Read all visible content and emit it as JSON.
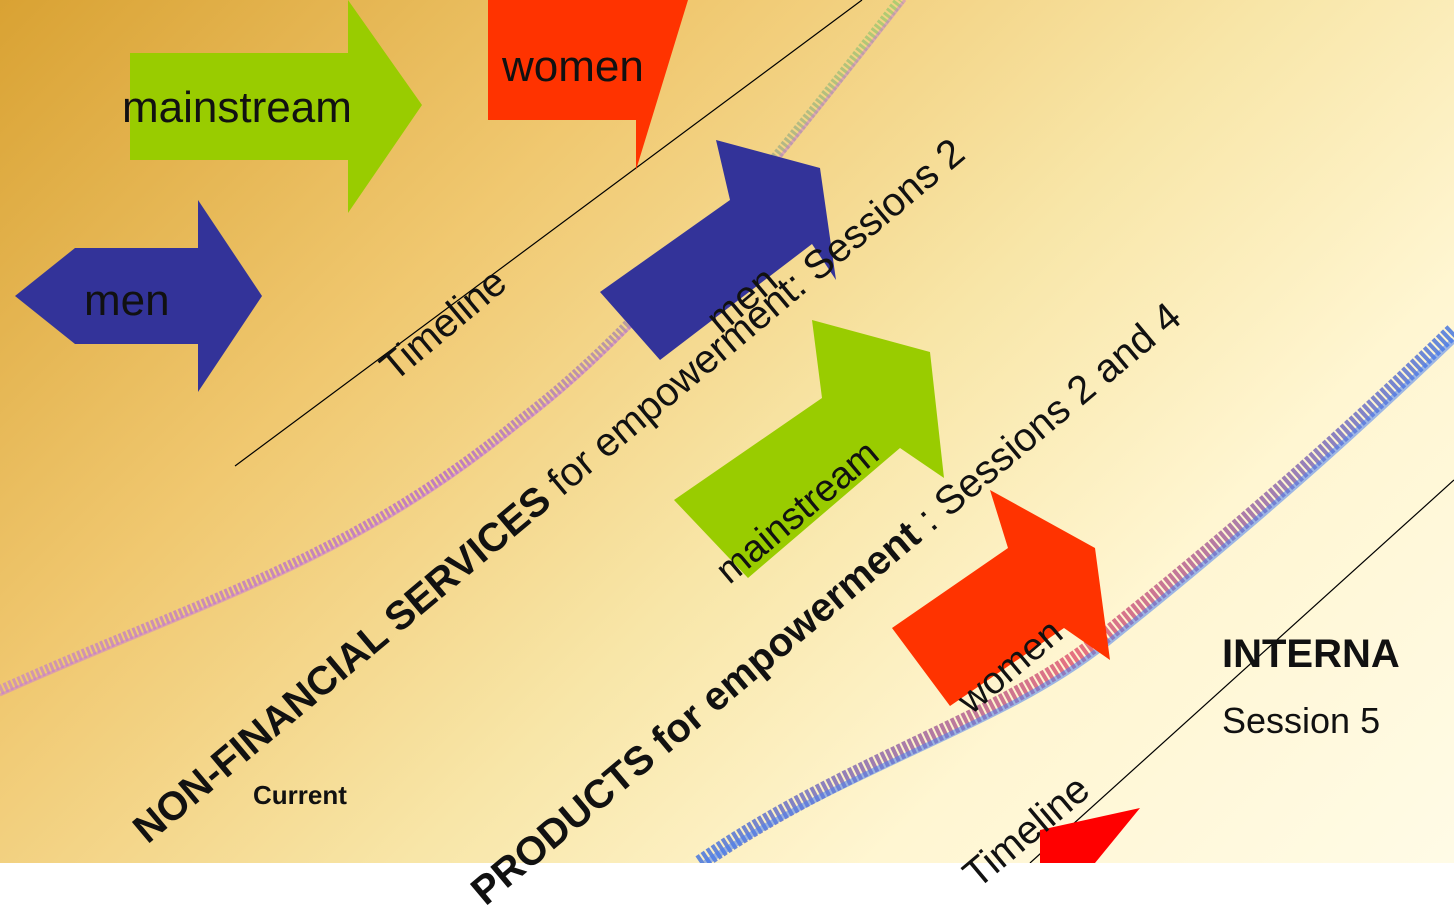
{
  "colors": {
    "men": "#333399",
    "mainstream": "#99cc00",
    "women": "#ff3300",
    "accent_red": "#ff0000"
  },
  "arrows_top": {
    "men": "men",
    "mainstream": "mainstream",
    "women": "women"
  },
  "arrows_middle": {
    "men": "men",
    "mainstream": "mainstream",
    "women": "women"
  },
  "timeline_1": "Timeline",
  "timeline_2": "Timeline",
  "nfs": {
    "bold": "NON-FINANCIAL SERVICES",
    "rest": " for empowerment: Sessions 2"
  },
  "products": {
    "bold": "PRODUCTS for empowerment",
    "rest": " : Sessions 2 and 4"
  },
  "internal": {
    "title": "INTERNA",
    "session": "Session 5"
  },
  "current": "Current"
}
